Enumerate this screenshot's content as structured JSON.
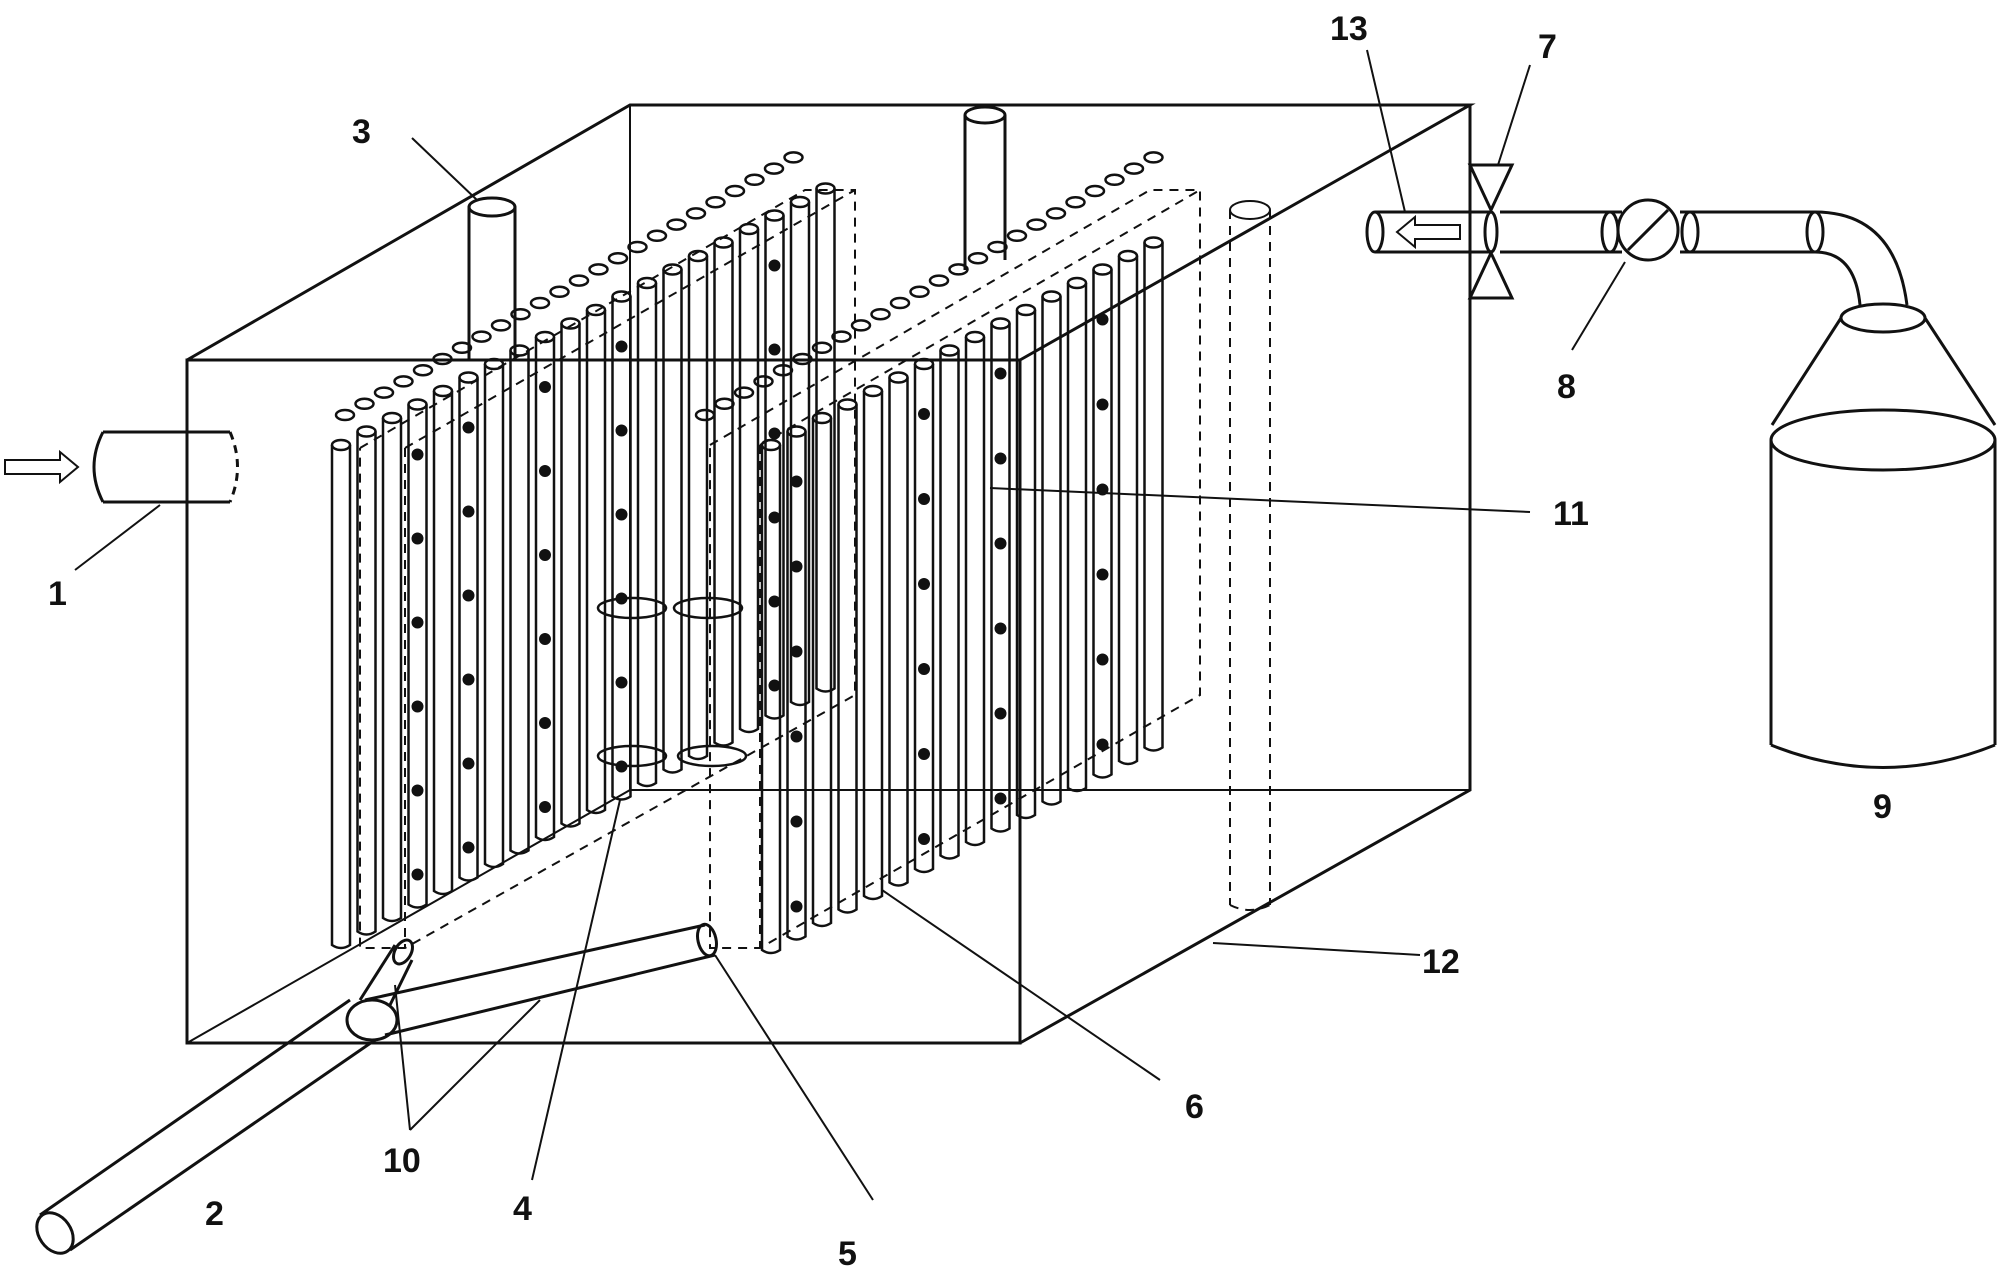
{
  "labels": {
    "l1": "1",
    "l2": "2",
    "l3": "3",
    "l4": "4",
    "l5": "5",
    "l6": "6",
    "l7": "7",
    "l8": "8",
    "l9": "9",
    "l10": "10",
    "l11": "11",
    "l12": "12",
    "l13": "13"
  },
  "colors": {
    "stroke": "#111111",
    "background": "#ffffff"
  }
}
